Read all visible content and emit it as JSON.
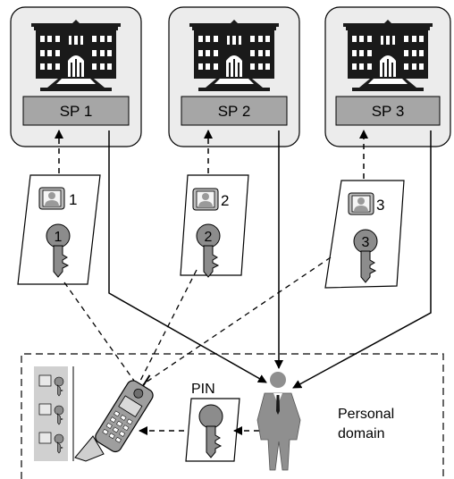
{
  "service_providers": [
    {
      "label": "SP 1"
    },
    {
      "label": "SP 2"
    },
    {
      "label": "SP 3"
    }
  ],
  "credentials": [
    {
      "badge": "1",
      "key": "1"
    },
    {
      "badge": "2",
      "key": "2"
    },
    {
      "badge": "3",
      "key": "3"
    }
  ],
  "pin_label": "PIN",
  "personal_domain": {
    "line1": "Personal",
    "line2": "domain"
  },
  "colors": {
    "sp_box_fill": "#ececec",
    "sp_label_fill": "#a6a6a6",
    "building": "#1a1a1a",
    "key": "#8c8c8c",
    "person_suit": "#8f8f8f",
    "wallet_panel": "#d0d0d0"
  }
}
